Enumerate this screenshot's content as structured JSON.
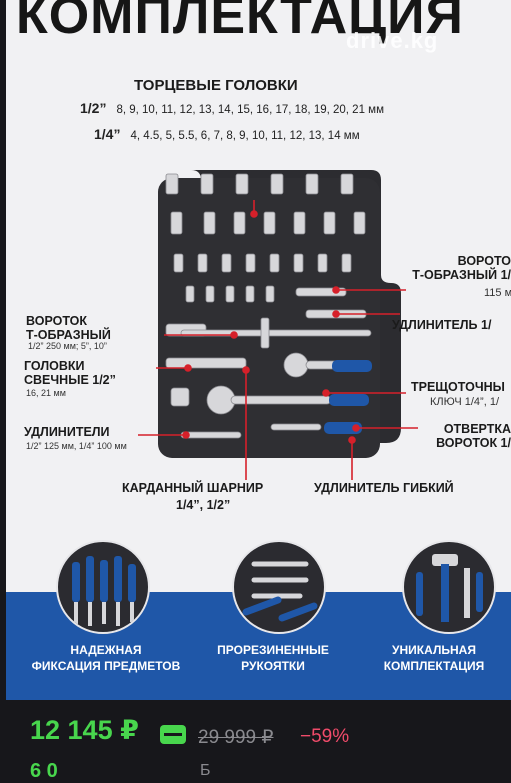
{
  "header": {
    "title": "КОМПЛЕКТАЦИЯ",
    "watermark": "drive.kg"
  },
  "sockets": {
    "title": "ТОРЦЕВЫЕ ГОЛОВКИ",
    "half_label": "1/2”",
    "half_sizes": "8, 9, 10, 11, 12, 13, 14, 15, 16, 17, 18, 19, 20, 21 мм",
    "quarter_label": "1/4”",
    "quarter_sizes": "4, 4.5, 5, 5.5, 6, 7, 8, 9, 10, 11, 12, 13, 14 мм"
  },
  "left_labels": {
    "tbar_title": "ВОРОТОК\nТ-ОБРАЗНЫЙ",
    "tbar_sub": "1/2” 250 мм; 5”, 10”",
    "spark_title": "ГОЛОВКИ\nСВЕЧНЫЕ 1/2”",
    "spark_sub": "16, 21 мм",
    "ext_title": "УДЛИНИТЕЛИ",
    "ext_sub": "1/2” 125 мм, 1/4” 100 мм"
  },
  "right_labels": {
    "vorot_title": "ВОРОТО\nТ-ОБРАЗНЫЙ 1/",
    "vorot_sub": "115 м",
    "ext_title": "УДЛИНИТЕЛЬ 1/",
    "ratchet_title": "ТРЕЩОТОЧНЫ",
    "ratchet_sub": "КЛЮЧ 1/4”, 1/",
    "screwdriver_title": "ОТВЕРТКА\nВОРОТОК 1/"
  },
  "bottom_labels": {
    "joint_title": "КАРДАННЫЙ ШАРНИР",
    "joint_sub": "1/4”, 1/2”",
    "flex_title": "УДЛИНИТЕЛЬ ГИБКИЙ"
  },
  "features": [
    {
      "label": "НАДЕЖНАЯ\nФИКСАЦИЯ ПРЕДМЕТОВ"
    },
    {
      "label": "ПРОРЕЗИНЕННЫЕ\nРУКОЯТКИ"
    },
    {
      "label": "УНИКАЛЬНАЯ\nКОМПЛЕКТАЦИЯ"
    }
  ],
  "price": {
    "current": "12 145 ₽",
    "old": "29 999 ₽",
    "discount": "−59%",
    "wallet_icon": "wallet-icon"
  },
  "cut_off": {
    "left": "6 0",
    "right": "Б"
  },
  "colors": {
    "accent": "#48d64d",
    "discount": "#f04b6a",
    "band": "#1f57a8",
    "marker": "#d6202a"
  }
}
